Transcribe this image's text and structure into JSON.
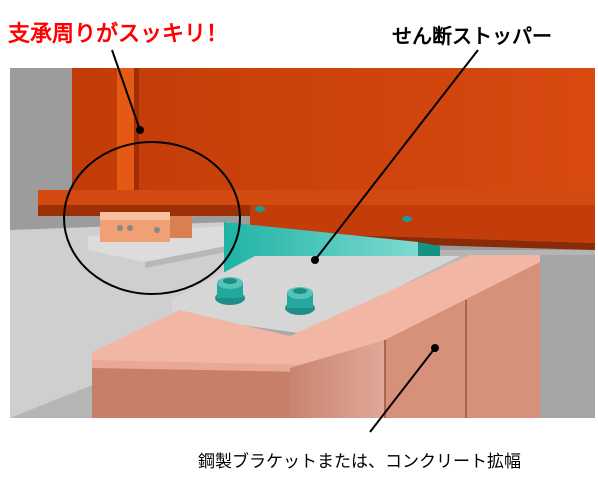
{
  "labels": {
    "bearing_cleanup": "支承周りがスッキリ！",
    "shear_stopper": "せん断ストッパー",
    "bracket": "鋼製ブラケットまたは、コンクリート拡幅"
  }
}
